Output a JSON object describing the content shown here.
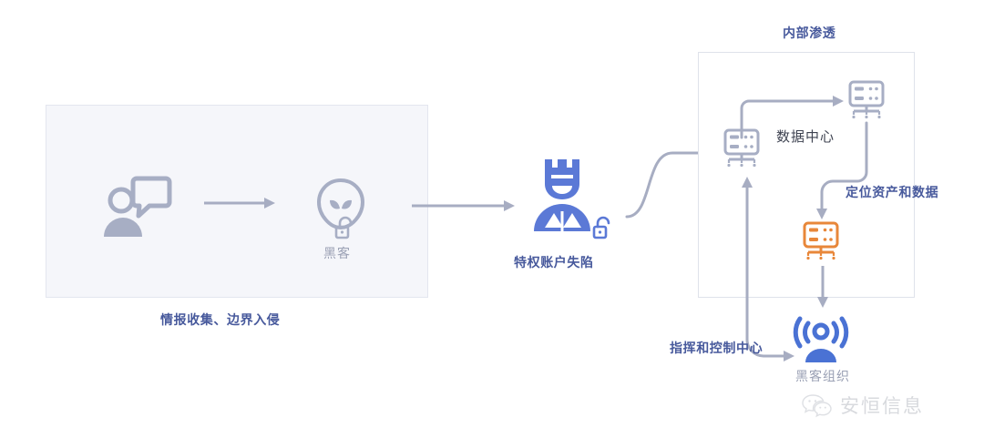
{
  "diagram": {
    "title_flow": "Cyber attack kill-chain diagram",
    "colors": {
      "blue_accent": "#5B79D6",
      "label_blue": "#47599C",
      "icon_gray": "#A7AEC4",
      "orange_accent": "#E8873A",
      "panel_bg": "#F5F6FA",
      "panel_border": "#E3E6EF",
      "arrow_gray": "#A7ADC2",
      "text_gray": "#9AA0B4",
      "text_dark": "#3D4250"
    }
  },
  "stages": {
    "left_panel": {
      "caption": "情报收集、边界入侵",
      "icons": [
        {
          "name": "person-message-icon",
          "label": ""
        },
        {
          "name": "alien-head-icon",
          "label": "黑客"
        }
      ],
      "hacker_label": "黑客",
      "unlock_icon": "open-padlock-icon",
      "arrow": "arrow-right"
    },
    "middle": {
      "caption": "特权账户失陷",
      "icon": "privileged-user-icon",
      "unlock_icon": "open-padlock-icon"
    },
    "right_panel": {
      "title": "内部渗透",
      "nodes": [
        {
          "name": "server-entry-icon",
          "label": ""
        },
        {
          "name": "server-top-icon",
          "label": ""
        },
        {
          "name": "server-target-icon",
          "label": ""
        },
        {
          "name": "hacker-group-icon",
          "label": "黑客组织"
        }
      ],
      "labels": {
        "data_center": "数据中心",
        "locate_assets": "定位资产和数据",
        "command_control": "指挥和控制中心",
        "hacker_group": "黑客组织"
      }
    }
  },
  "watermark": {
    "icon": "wechat-logo-icon",
    "text": "安恒信息"
  }
}
